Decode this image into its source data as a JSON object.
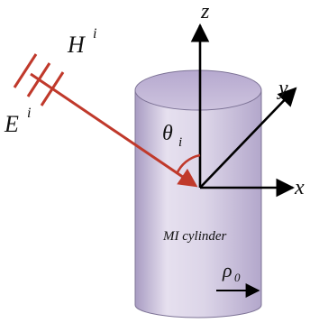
{
  "labels": {
    "axis_z": "z",
    "axis_y": "y",
    "axis_x": "x",
    "magnetic_field": "H",
    "magnetic_sup": "i",
    "electric_field": "E",
    "electric_sup": "i",
    "incidence_angle": "θ",
    "incidence_angle_sub": "i",
    "body": "MI cylinder",
    "radius": "ρ",
    "radius_sub": "0"
  },
  "colors": {
    "wave_arrow": "#c0392b",
    "axes": "#000000",
    "cylinder_fill": "#d9d2e6",
    "cylinder_shade": "#b8acd0",
    "cylinder_edge": "#6d6384"
  },
  "icons": {
    "incident_wave": "arrow-icon",
    "wavefront": "wavefront-lines-icon"
  }
}
